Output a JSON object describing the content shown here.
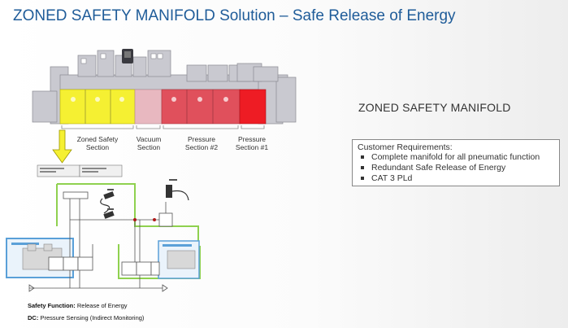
{
  "title": "ZONED SAFETY MANIFOLD Solution – Safe Release of Energy",
  "sections": [
    {
      "label_line1": "Zoned Safety",
      "label_line2": "Section",
      "color": "#f5f032"
    },
    {
      "label_line1": "Vacuum",
      "label_line2": "Section",
      "color": "#e8b8c0"
    },
    {
      "label_line1": "Pressure",
      "label_line2": "Section #2",
      "color": "#e0505c"
    },
    {
      "label_line1": "Pressure",
      "label_line2": "Section #1",
      "color": "#ee1c24"
    }
  ],
  "heading": "ZONED SAFETY MANIFOLD",
  "requirements": {
    "header": "Customer Requirements:",
    "items": [
      "Complete manifold for all pneumatic function",
      "Redundant Safe Release of Energy",
      "CAT 3 PLd"
    ]
  },
  "footer": {
    "safety_label": "Safety Function:",
    "safety_value": "Release of Energy",
    "dc_label": "DC:",
    "dc_value": "Pressure Sensing (Indirect Monitoring)"
  },
  "colors": {
    "title": "#1f5c99",
    "arrow": "#f5f032",
    "zone_outline": "#8fd14f",
    "valve_highlight": "#5aa0d8"
  }
}
